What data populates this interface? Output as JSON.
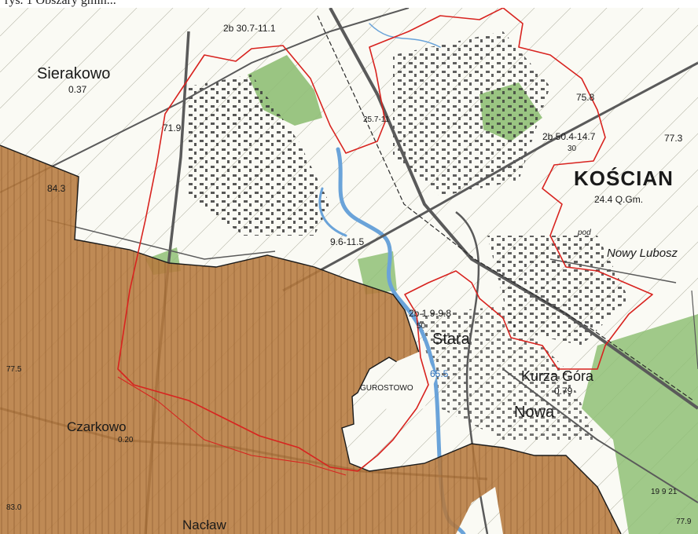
{
  "caption": "rys. 1 Obszary gmin...",
  "places": {
    "sierakowo": "Sierakowo",
    "sierakowo_elev": "0.37",
    "koscian": "KOŚCIAN",
    "koscian_sub": "24.4 Q.Gm.",
    "nowy_lubosz": "Nowy Lubosz",
    "stara": "Stara",
    "kurza_gora": "Kurza Góra",
    "kurza_gora_elev": "0.79",
    "nowa": "Nowa",
    "czarkowo": "Czarkowo",
    "czarkowo_elev": "0.20",
    "nacław": "Nacław",
    "gurostowo": "GUROSTOWO",
    "pod": "pod"
  },
  "elevations": [
    "71.9",
    "75.8",
    "77.3",
    "84.3",
    "77.5",
    "83.0",
    "65.5",
    "77.9"
  ],
  "road_codes": [
    "2b 30.7-11.1",
    "2b 50.4-14.7",
    "2b 1.9-9.8",
    "9.6-11.5",
    "25.7-11",
    "19 9 21",
    "30",
    "50"
  ],
  "colors": {
    "zone_fill": "#b67a3f",
    "boundary": "#d8231f",
    "river": "#6aa3d9",
    "forest": "#8fbf75",
    "road": "#5a5a5a"
  }
}
